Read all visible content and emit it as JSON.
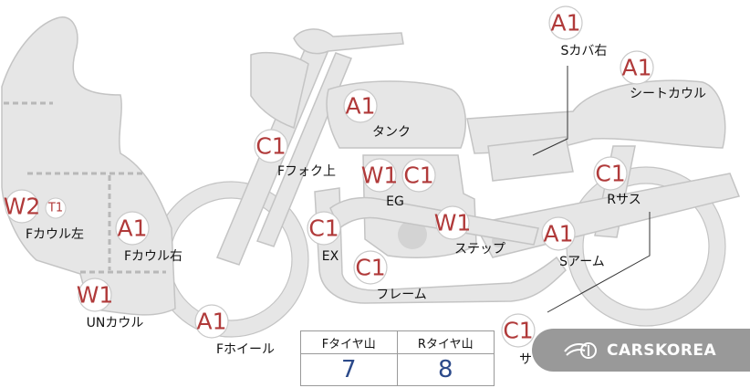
{
  "parts": [
    {
      "id": "sc-right",
      "label": "Sカバ右",
      "marks": [
        "A1"
      ]
    },
    {
      "id": "seat-cowl",
      "label": "シートカウル",
      "marks": [
        "A1"
      ]
    },
    {
      "id": "tank",
      "label": "タンク",
      "marks": [
        "A1"
      ]
    },
    {
      "id": "f-fork-upper",
      "label": "Fフォク上",
      "marks": [
        "C1"
      ]
    },
    {
      "id": "eg",
      "label": "EG",
      "marks": [
        "W1",
        "C1"
      ]
    },
    {
      "id": "r-sus",
      "label": "Rサス",
      "marks": [
        "C1"
      ]
    },
    {
      "id": "f-cowl-left",
      "label": "Fカウル左",
      "marks": [
        "W2",
        "T1"
      ]
    },
    {
      "id": "f-cowl-right",
      "label": "Fカウル右",
      "marks": [
        "A1"
      ]
    },
    {
      "id": "ex",
      "label": "EX",
      "marks": [
        "C1"
      ]
    },
    {
      "id": "step",
      "label": "ステップ",
      "marks": [
        "W1"
      ]
    },
    {
      "id": "s-arm",
      "label": "Sアーム",
      "marks": [
        "A1"
      ]
    },
    {
      "id": "frame",
      "label": "フレーム",
      "marks": [
        "C1"
      ]
    },
    {
      "id": "un-cowl",
      "label": "UNカウル",
      "marks": [
        "W1"
      ]
    },
    {
      "id": "f-wheel",
      "label": "Fホイール",
      "marks": [
        "A1"
      ]
    },
    {
      "id": "rear-partial",
      "label": "サ",
      "marks": [
        "C1"
      ]
    }
  ],
  "tire_table": {
    "front_label": "Fタイヤ山",
    "rear_label": "Rタイヤ山",
    "front_value": "7",
    "rear_value": "8"
  },
  "watermark": {
    "text": "CARSKOREA"
  },
  "colors": {
    "part_fill": "#e6e6e6",
    "part_stroke": "#c4c4c4",
    "mark_text": "#b03a3a",
    "tire_value": "#2c4a8a"
  }
}
